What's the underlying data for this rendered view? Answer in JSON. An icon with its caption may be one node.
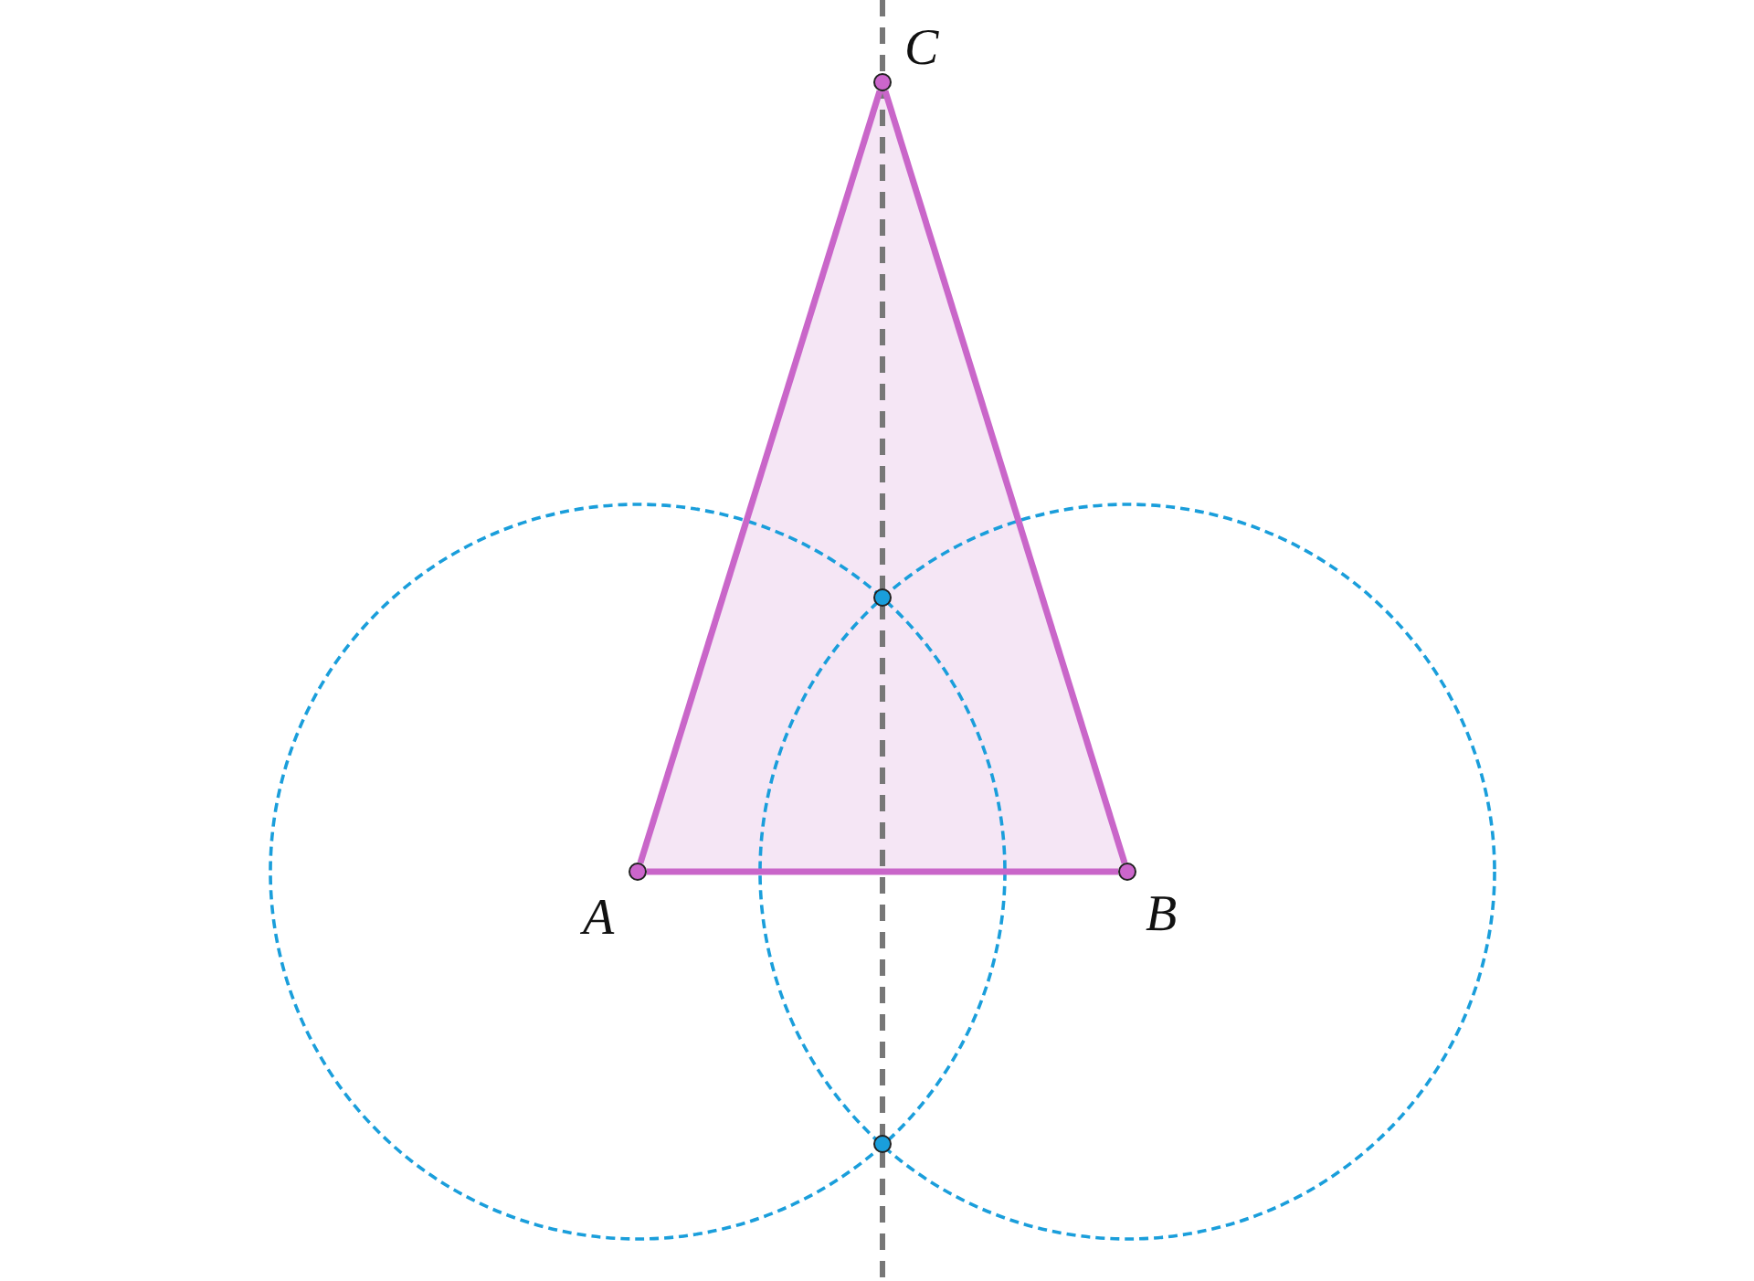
{
  "diagram": {
    "nodes": [
      {
        "text": [
          "A"
        ]
      },
      {
        "text": [
          "B"
        ]
      },
      {
        "text": [
          "C"
        ]
      }
    ],
    "edges": [
      {
        "from": 0,
        "to": 1,
        "arrow": "none"
      },
      {
        "from": 1,
        "to": 2,
        "arrow": "none"
      },
      {
        "from": 2,
        "to": 0,
        "arrow": "none"
      }
    ]
  }
}
